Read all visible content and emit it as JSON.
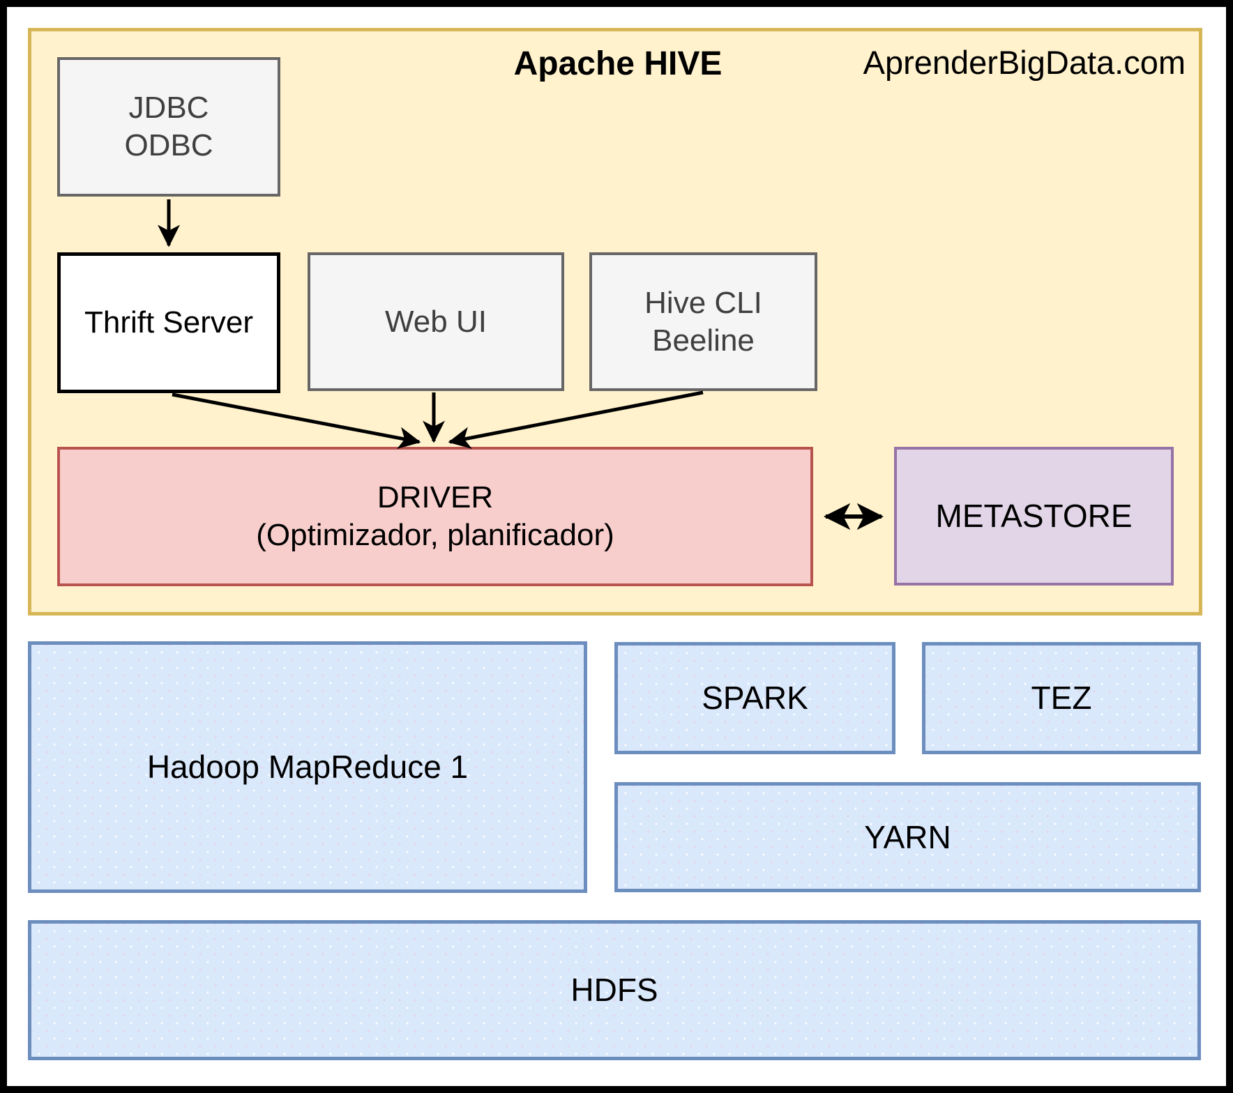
{
  "header": {
    "title": "Apache HIVE",
    "watermark": "AprenderBigData.com"
  },
  "hive_layer": {
    "jdbc_odbc": {
      "lines": [
        "JDBC",
        "ODBC"
      ]
    },
    "thrift_server": {
      "label": "Thrift Server"
    },
    "web_ui": {
      "label": "Web UI"
    },
    "hive_cli": {
      "lines": [
        "Hive CLI",
        "Beeline"
      ]
    },
    "driver": {
      "lines": [
        "DRIVER",
        "(Optimizador, planificador)"
      ]
    },
    "metastore": {
      "label": "METASTORE"
    }
  },
  "execution_layer": {
    "mapreduce": {
      "label": "Hadoop MapReduce 1"
    },
    "spark": {
      "label": "SPARK"
    },
    "tez": {
      "label": "TEZ"
    },
    "yarn": {
      "label": "YARN"
    }
  },
  "storage_layer": {
    "hdfs": {
      "label": "HDFS"
    }
  },
  "colors": {
    "hive_container_fill": "#fff2cc",
    "hive_container_border": "#d6b656",
    "client_box_fill": "#f5f5f5",
    "client_box_border": "#666666",
    "thrift_fill": "#ffffff",
    "thrift_border": "#000000",
    "driver_fill": "#f8cecc",
    "driver_border": "#b85450",
    "metastore_fill": "#e1d5e7",
    "metastore_border": "#9673a6",
    "engine_fill": "#dae8fc",
    "engine_border": "#6c8ebf",
    "arrow": "#000000",
    "outer_frame": "#000000"
  }
}
